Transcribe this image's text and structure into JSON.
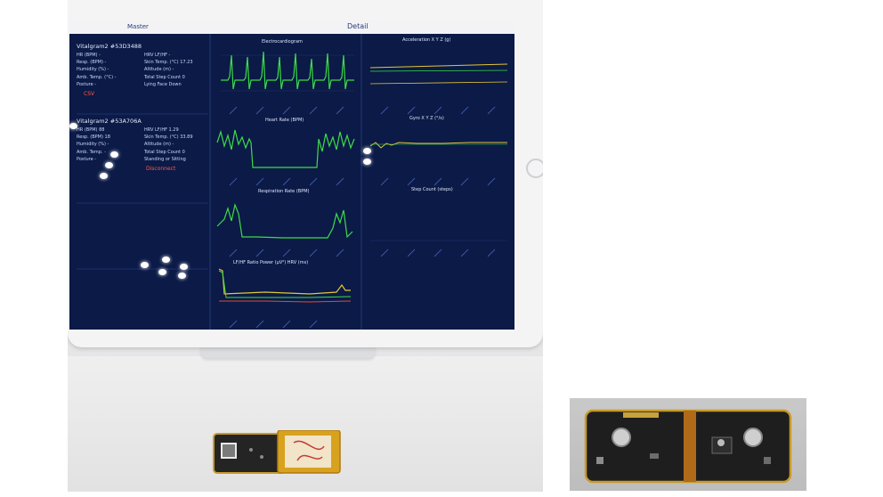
{
  "tabs": {
    "master": "Master",
    "detail": "Detail"
  },
  "device1": {
    "name": "Vitalgram2 #53D3488",
    "rows": [
      [
        "HR (BPM)  -",
        "HRV LF/HF  -"
      ],
      [
        "Resp. (BPM)  -",
        "Skin Temp. (°C)  17.23"
      ],
      [
        "Humidity (%)  -",
        "Altitude (m)  -"
      ],
      [
        "Amb. Temp. (°C)  -",
        "Total Step Count  0"
      ],
      [
        "Posture  -",
        "Lying Face Down"
      ]
    ],
    "action": "CSV"
  },
  "device2": {
    "name": "Vitalgram2 #53A706A",
    "rows": [
      [
        "HR (BPM)  88",
        "HRV LF/HF  1.29"
      ],
      [
        "Resp. (BPM)  18",
        "Skin Temp. (°C)  33.89"
      ],
      [
        "Humidity (%)  -",
        "Altitude (m)  -"
      ],
      [
        "Amb. Temp.  -",
        "Total Step Count  0"
      ],
      [
        "Posture  -",
        "Standing or Sitting"
      ]
    ],
    "action": "Disconnect"
  },
  "charts": {
    "ecg": "Electrocardiogram",
    "accel": "Acceleration X  Y  Z (g)",
    "hr": "Heart Rate (BPM)",
    "gyro": "Gyro X  Y  Z (°/s)",
    "resp": "Respiration Rate (BPM)",
    "step": "Step Count (steps)",
    "multi": "LF/HF Ratio   Power (µV²)   HRV (ms)"
  },
  "colors": {
    "screen": "#0b1a46",
    "trace_green": "#3ddc4a",
    "trace_yellow": "#e2c63a",
    "trace_red": "#e24a3a",
    "alert_red": "#ff5b4a"
  }
}
